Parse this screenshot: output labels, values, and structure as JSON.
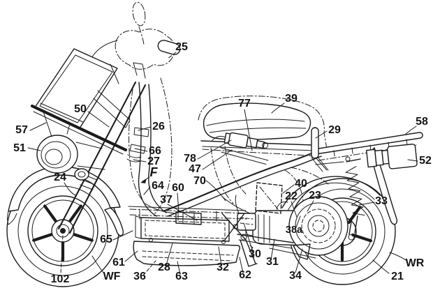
{
  "figure": {
    "title": "Scooter patent-style line drawing, left side view",
    "style": "black line art on white background",
    "background": "#ffffff",
    "line_color": "#1c1c1c"
  },
  "callouts": {
    "n21": "21",
    "n22": "22",
    "n23": "23",
    "n24": "24",
    "n25": "25",
    "n26": "26",
    "n27": "27",
    "n28": "28",
    "n29": "29",
    "n30": "30",
    "n31": "31",
    "n32": "32",
    "n33": "33",
    "n34": "34",
    "n36": "36",
    "n37": "37",
    "n38a": "38a",
    "n39": "39",
    "n40": "40",
    "n47": "47",
    "n50": "50",
    "n51": "51",
    "n52": "52",
    "n57": "57",
    "n58": "58",
    "n60": "60",
    "n61": "61",
    "n62": "62",
    "n63": "63",
    "n64": "64",
    "n65": "65",
    "n66": "66",
    "n70": "70",
    "n77": "77",
    "n78": "78",
    "n102": "102",
    "F": "F",
    "WF": "WF",
    "WR": "WR"
  }
}
